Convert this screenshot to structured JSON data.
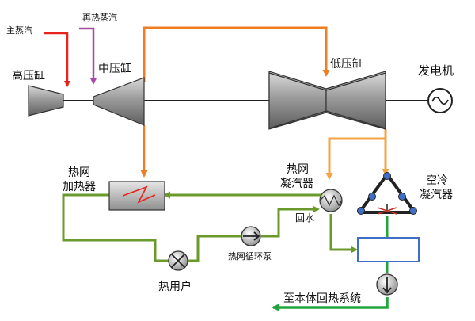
{
  "labels": {
    "main_steam": "主蒸汽",
    "reheat_steam": "再热蒸汽",
    "hp_cylinder": "高压缸",
    "ip_cylinder": "中压缸",
    "lp_cylinder": "低压缸",
    "generator": "发电机",
    "heating_heater_l1": "热网",
    "heating_heater_l2": "加热器",
    "heating_condenser_l1": "热网",
    "heating_condenser_l2": "凝汽器",
    "air_condenser_l1": "空冷",
    "air_condenser_l2": "凝汽器",
    "return_water": "回水",
    "circulation_pump": "热网循环泵",
    "heat_user": "热用户",
    "to_regen_system": "至本体回热系统"
  },
  "colors": {
    "main_steam": "#e8231b",
    "reheat_steam": "#a64ca6",
    "extraction_steam": "#ef7d22",
    "lp_exhaust": "#f5a341",
    "heating_water": "#6b9a2c",
    "condensate": "#22a53a",
    "equipment_fill": "#9a9a9a",
    "equipment_stroke": "#333333",
    "node_fill": "#3f6fc4"
  }
}
